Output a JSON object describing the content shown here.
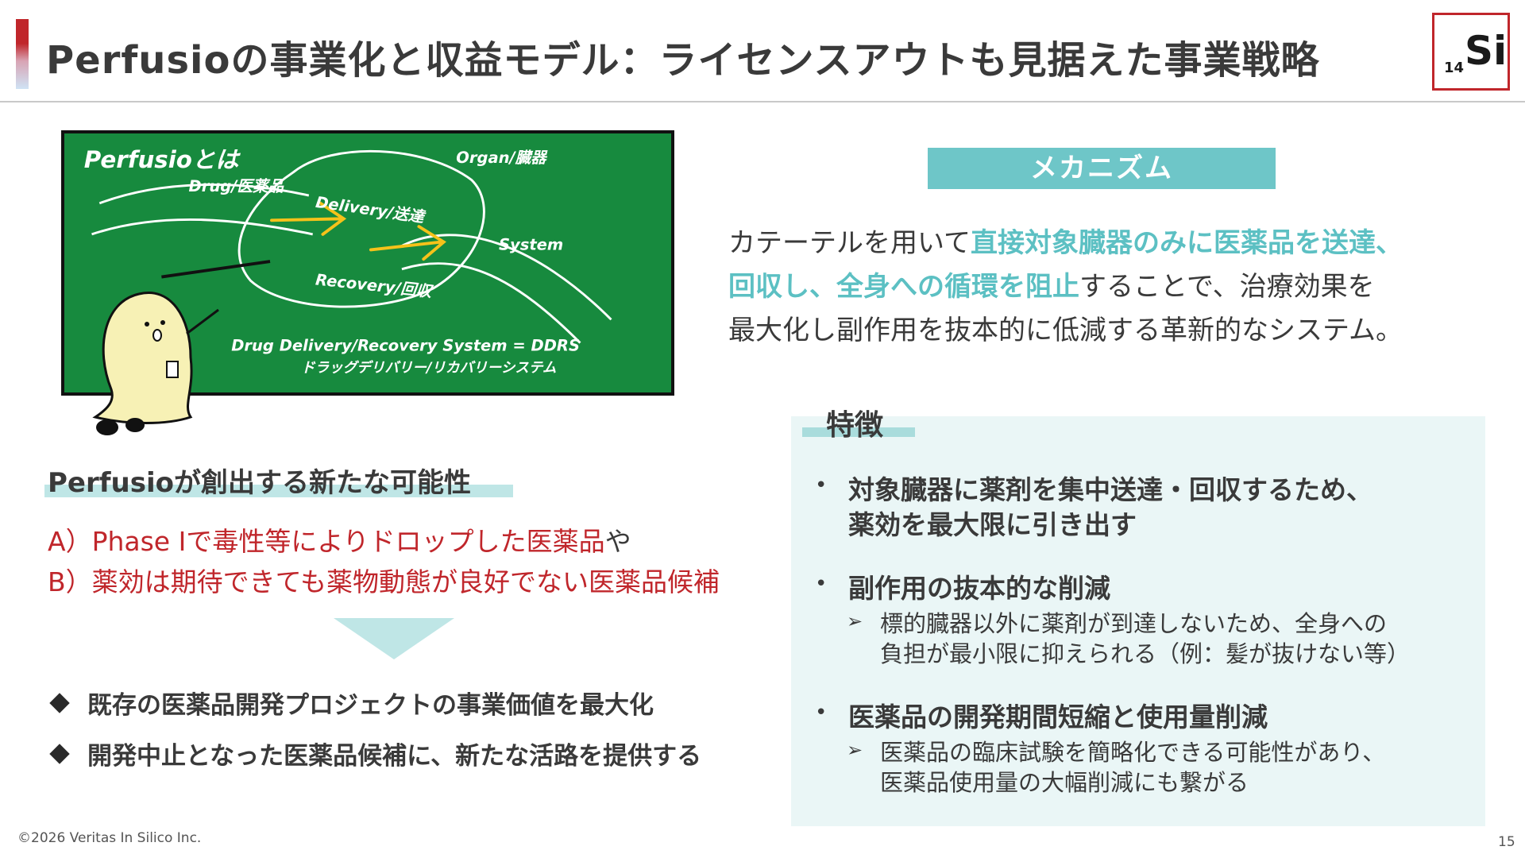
{
  "header": {
    "title": "Perfusioの事業化と収益モデル：ライセンスアウトも見据えた事業戦略",
    "logo_number": "14",
    "logo_symbol": "Si"
  },
  "board": {
    "heading": "Perfusioとは",
    "organ": "Organ/臓器",
    "drug": "Drug/医薬品",
    "delivery": "Delivery/送達",
    "system": "System",
    "recovery": "Recovery/回収",
    "ddrs": "Drug Delivery/Recovery System = DDRS",
    "ddrs_kana": "ドラッグデリバリー/リカバリーシステム"
  },
  "possibility": {
    "heading": "Perfusioが創出する新たな可能性",
    "line_a": "A）Phase Ⅰで毒性等によりドロップした医薬品",
    "line_a_suffix": "や",
    "line_b": "B）薬効は期待できても薬物動態が良好でない医薬品候補",
    "items": [
      "既存の医薬品開発プロジェクトの事業価値を最大化",
      "開発中止となった医薬品候補に、新たな活路を提供する"
    ]
  },
  "mechanism": {
    "label": "メカニズム",
    "l1_a": "カテーテルを用いて",
    "l1_b": "直接対象臓器のみに医薬品を送達、",
    "l2_a": "回収し、全身への循環を阻止",
    "l2_b": "することで、治療効果を",
    "l3": "最大化し副作用を抜本的に低減する革新的なシステム。"
  },
  "features": {
    "title": "特徴",
    "f1_l1": "対象臓器に薬剤を集中送達・回収するため、",
    "f1_l2": "薬効を最大限に引き出す",
    "f2": "副作用の抜本的な削減",
    "f2_sub_l1": "標的臓器以外に薬剤が到達しないため、全身への",
    "f2_sub_l2": "負担が最小限に抑えられる（例：髪が抜けない等）",
    "f3": "医薬品の開発期間短縮と使用量削減",
    "f3_sub_l1": "医薬品の臨床試験を簡略化できる可能性があり、",
    "f3_sub_l2": "医薬品使用量の大幅削減にも繋がる"
  },
  "footer": {
    "copyright": "©2026 Veritas In Silico Inc.",
    "page": "15"
  }
}
